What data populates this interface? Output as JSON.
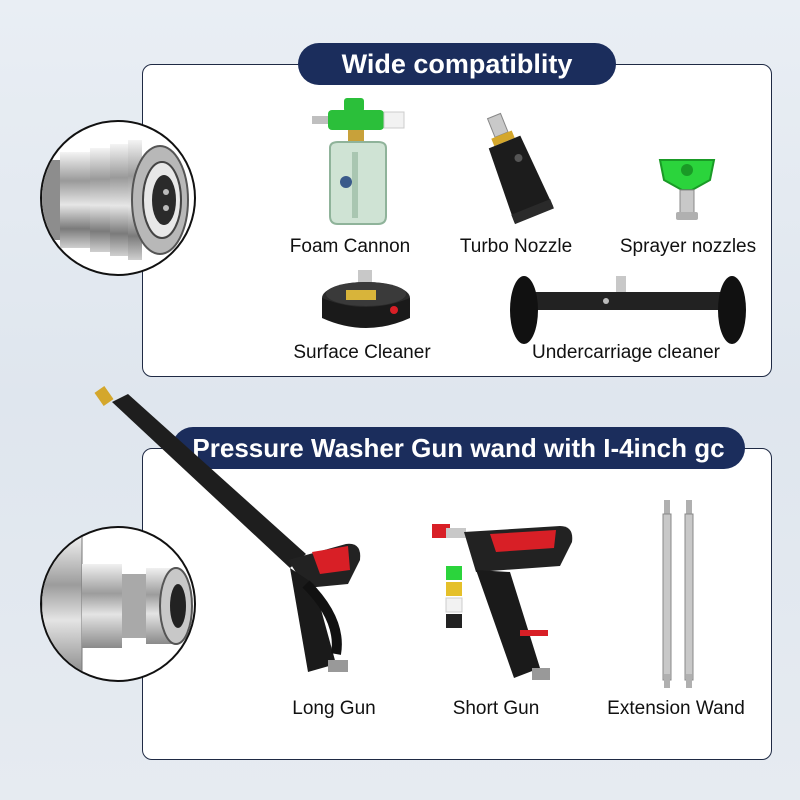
{
  "top_section": {
    "title": "Wide compatiblity",
    "items": [
      {
        "label": "Foam Cannon",
        "icon": "foam-cannon-icon"
      },
      {
        "label": "Turbo Nozzle",
        "icon": "turbo-nozzle-icon"
      },
      {
        "label": "Sprayer nozzles",
        "icon": "sprayer-nozzle-icon"
      },
      {
        "label": "Surface Cleaner",
        "icon": "surface-cleaner-icon"
      },
      {
        "label": "Undercarriage cleaner",
        "icon": "undercarriage-cleaner-icon"
      }
    ]
  },
  "bottom_section": {
    "title": "Pressure Washer Gun wand with I-4inch gc",
    "items": [
      {
        "label": "Long Gun",
        "icon": "long-gun-icon"
      },
      {
        "label": "Short Gun",
        "icon": "short-gun-icon"
      },
      {
        "label": "Extension Wand",
        "icon": "extension-wand-icon"
      }
    ]
  },
  "colors": {
    "banner": "#1b2d5c",
    "accent_green": "#2bd43c",
    "accent_red": "#d81f26"
  }
}
